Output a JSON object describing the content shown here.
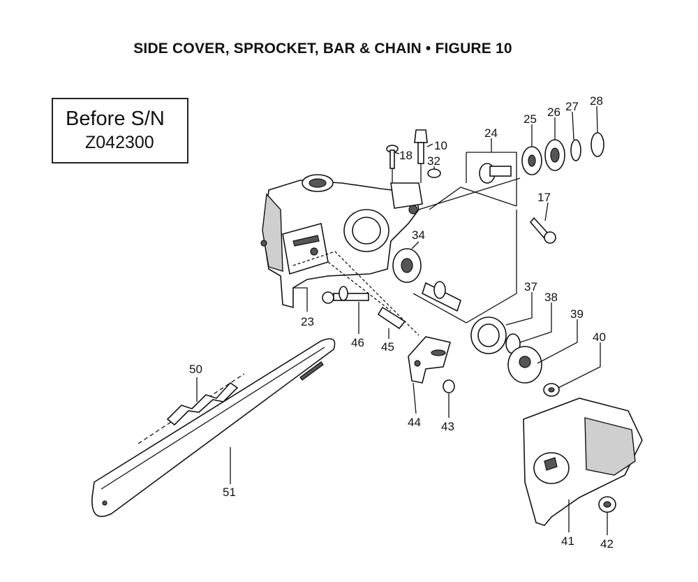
{
  "title": "SIDE COVER, SPROCKET, BAR & CHAIN  •  FIGURE 10",
  "serial_note": {
    "line1": "Before S/N",
    "line2": "Z042300"
  },
  "callouts": [
    "10",
    "17",
    "18",
    "23",
    "24",
    "25",
    "26",
    "27",
    "28",
    "32",
    "34",
    "37",
    "38",
    "39",
    "40",
    "41",
    "42",
    "43",
    "44",
    "45",
    "46",
    "50",
    "51"
  ]
}
